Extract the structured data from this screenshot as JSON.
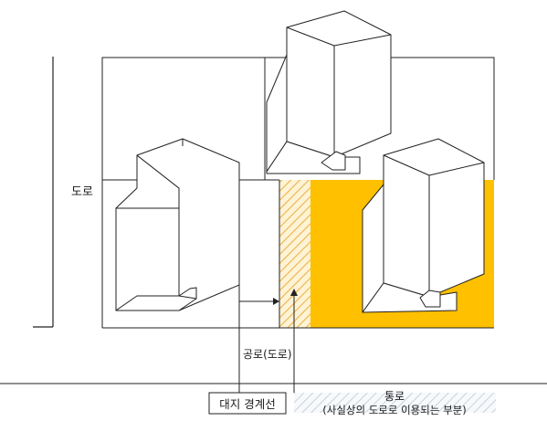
{
  "labels": {
    "road": "도로",
    "public_road": "공로(도로)",
    "lot_boundary": "대지 경계선",
    "passage": "통로",
    "passage_note": "(사실상의 도로로 이용되는 부분)"
  },
  "colors": {
    "lot_fill": "#FFC000",
    "strip_hatch": "#E8B44C",
    "strip_bg": "#FFF3D6",
    "line": "#222222",
    "passage_hatch": "#C8D2DE"
  }
}
